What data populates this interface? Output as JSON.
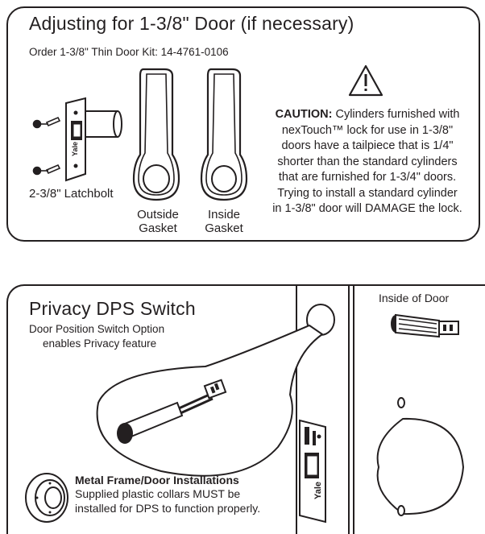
{
  "section1": {
    "title": "Adjusting for 1-3/8\" Door (if necessary)",
    "order_text": "Order 1-3/8\" Thin Door Kit: 14-4761-0106",
    "latchbolt_label": "2-3/8\" Latchbolt",
    "outside_gasket_label_1": "Outside",
    "outside_gasket_label_2": "Gasket",
    "inside_gasket_label_1": "Inside",
    "inside_gasket_label_2": "Gasket",
    "caution_heading": "CAUTION:",
    "caution_lines": [
      " Cylinders furnished with",
      "nexTouch™ lock for use in 1-3/8\"",
      "doors have a tailpiece that is 1/4\"",
      "shorter than the standard cylinders",
      "that are furnished for 1-3/4\" doors.",
      "Trying to install a standard cylinder",
      "in 1-3/8\" door will DAMAGE the lock."
    ],
    "latch_brand": "Yale",
    "warning_icon": "warning-triangle-icon"
  },
  "section2": {
    "title": "Privacy DPS Switch",
    "subtitle_line1": "Door Position Switch Option",
    "subtitle_line2": "enables Privacy feature",
    "inside_door_label": "Inside of Door",
    "metal_heading": "Metal Frame/Door Installations",
    "metal_line1": "Supplied plastic collars MUST be",
    "metal_line2": "installed for DPS to function properly.",
    "strike_brand": "Yale"
  }
}
